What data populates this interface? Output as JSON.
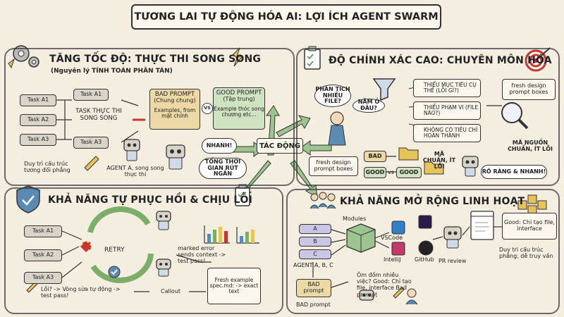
{
  "title": "TƯƠNG LAI TỰ ĐỘNG HÓA AI: LỢI ÍCH AGENT SWARM",
  "center": {
    "label": "TÁC ĐỘNG"
  },
  "speed": {
    "heading": "TĂNG TỐC ĐỘ: THỰC THI SONG SONG",
    "subheading": "(Nguyên lý TÍNH TOÁN PHÂN TÁN)",
    "tasks_left": [
      "Task A1",
      "Task A2",
      "Task A3"
    ],
    "task_mid_top": "Task A1",
    "task_mid_label": "TASK THỰC THI SONG SONG",
    "task_mid_bottom": "Task A3",
    "bad_prompt_title": "BAD PROMPT",
    "bad_prompt_sub": "(Chung chung)",
    "bad_prompt_example": "Examples, from mặt chính",
    "vs": "VS",
    "good_prompt_title": "GOOD PROMPT",
    "good_prompt_sub": "(Tập trung)",
    "good_prompt_example": "Example thóc song chương etc...",
    "note_structure": "Duy trì cấu trúc tương đối phẳng",
    "agent_caption": "AGENT A, song song thực thi",
    "bubble_fast": "NHANH!",
    "bubble_time": "TỔNG THỜI GIAN RÚT NGẮN"
  },
  "accuracy": {
    "heading": "ĐỘ CHÍNH XÁC CAO: CHUYÊN MÔN HÓA",
    "bubble_analyze": "PHÂN TÍCH NHIỀU FILE?",
    "bubble_where": "NẰM Ở ĐÂU?",
    "checklist": [
      "THIẾU MỤC TIÊU CỤ THỂ (LỖI GÌ?)",
      "THIẾU PHẠM VI (FILE NÀO?)",
      "KHÔNG CÓ TIÊU CHÍ HOÀN THÀNH"
    ],
    "fresh_right": "fresh design prompt boxes",
    "source_label": "MÃ NGUỒN CHUẨN, ÍT LỖI",
    "fresh_left": "fresh design prompt boxes",
    "bad": "BAD",
    "good_left": "GOOD",
    "vs": "vs",
    "good_right": "GOOD",
    "std_label": "MÃ CHUẨN, ÍT LỖI",
    "bubble_clear": "RÕ RÀNG & NHANH!"
  },
  "resilience": {
    "heading": "KHẢ NĂNG TỰ PHỤC HỒI & CHỊU LỖI",
    "tasks": [
      "Task A1",
      "Task A2",
      "Task A3"
    ],
    "retry": "RETRY",
    "marked_error": "marked error sends context -> test pass!",
    "loop_note": "Lỗi? -> Vòng sửa tự động -> test pass!",
    "callout": "Callout",
    "fresh_box": "Fresh example spec.md: -> exact text"
  },
  "scale": {
    "heading": "KHẢ NĂNG MỞ RỘNG LINH HOẠT",
    "modules": "Modules",
    "abc": [
      "A",
      "B",
      "C"
    ],
    "agent_caption": "AGENT A, B, C",
    "tools": [
      "VSCode",
      "IntelliJ",
      "GitHub"
    ],
    "pr_review": "PR review",
    "good_box": "Good: Chỉ tạo file, interface",
    "note_flat": "Duy trì cấu trúc phẳng, dễ truy vấn",
    "bad_box": "BAD prompt",
    "bad_caption": "BAD prompt",
    "note_list": "Ôm đồm nhiều việc? Good: Chỉ tạo file, interface Bad prompt"
  },
  "colors": {
    "bg": "#f4eee0",
    "ink": "#333333",
    "arrow": "#9cc48e",
    "red": "#c9342b",
    "blue": "#5b8bb3",
    "gold": "#e8c35a"
  }
}
